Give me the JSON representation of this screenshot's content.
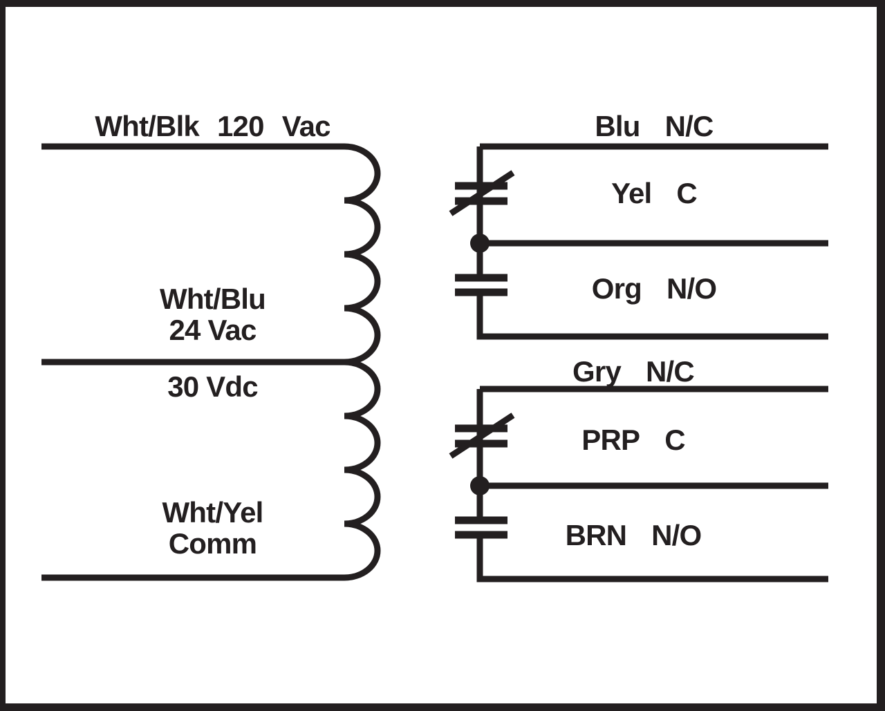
{
  "diagram_type": "transformer-relay wiring diagram",
  "colors": {
    "ink": "#231f20",
    "background": "#ffffff"
  },
  "transformer": {
    "primary_label": {
      "parts": [
        "Wht/Blk",
        "120",
        "Vac"
      ]
    },
    "tap_24vac": {
      "line1": "Wht/Blu",
      "line2": "24 Vac"
    },
    "tap_30vdc": {
      "text": "30 Vdc"
    },
    "common": {
      "line1": "Wht/Yel",
      "line2": "Comm"
    }
  },
  "relay_top": {
    "nc": {
      "wire": "Blu",
      "contact": "N/C"
    },
    "common": {
      "wire": "Yel",
      "contact": "C"
    },
    "no": {
      "wire": "Org",
      "contact": "N/O"
    }
  },
  "relay_bottom": {
    "nc": {
      "wire": "Gry",
      "contact": "N/C"
    },
    "common": {
      "wire": "PRP",
      "contact": "C"
    },
    "no": {
      "wire": "BRN",
      "contact": "N/O"
    }
  }
}
